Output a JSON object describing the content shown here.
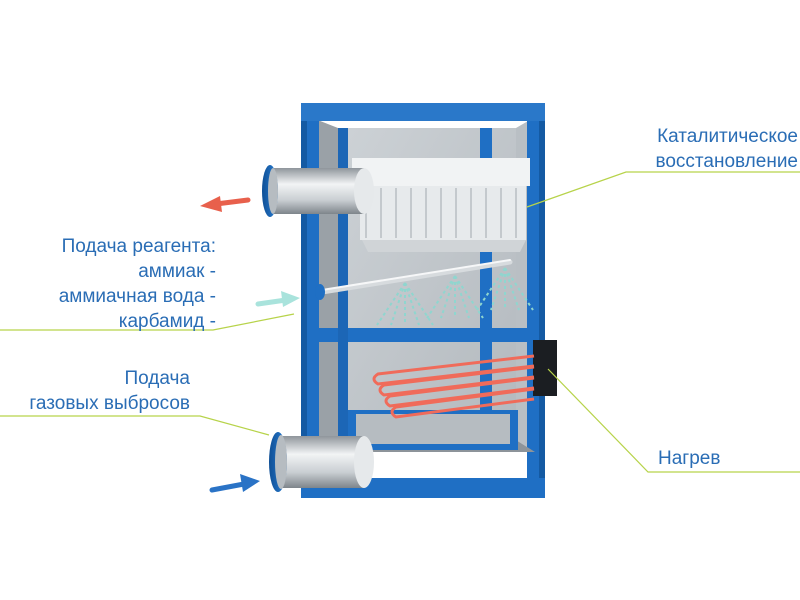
{
  "labels": {
    "catalytic": [
      "Каталитическое",
      "восстановление"
    ],
    "reagent": [
      "Подача реагента:",
      "аммиак -",
      "аммиачная вода -",
      "карбамид -"
    ],
    "gas": [
      "Подача",
      "газовых выбросов"
    ],
    "heating": "Нагрев"
  },
  "colors": {
    "frame": "#1f6fc4",
    "frame_dark": "#145aa3",
    "panel": "#c3c8cd",
    "panel_dark": "#a9afb5",
    "label_text": "#2a6db5",
    "leader_line": "#b7d34a",
    "exhaust_arrow": "#e8604c",
    "reagent_arrow": "#a9e3dc",
    "inlet_arrow": "#2a73c6",
    "heater_coil": "#f06b5a",
    "spray": "#8fd6cf"
  },
  "icons": [
    "exhaust-arrow-icon",
    "reagent-arrow-icon",
    "gas-inlet-arrow-icon"
  ]
}
